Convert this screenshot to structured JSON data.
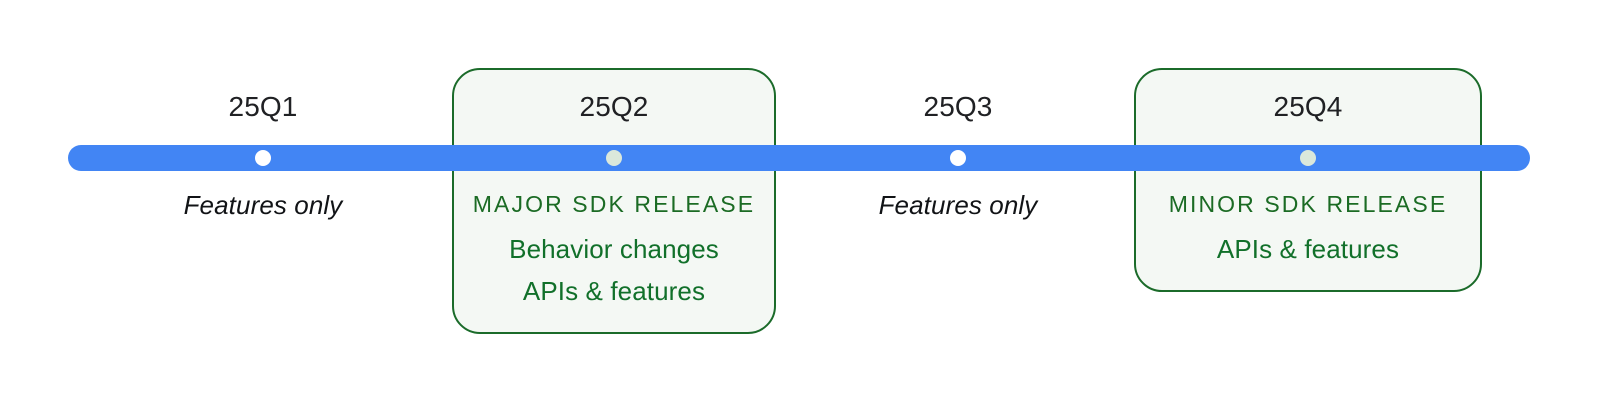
{
  "diagram": {
    "type": "release-timeline",
    "colors": {
      "timeline_bar": "#4285f4",
      "card_fill": "#f4f8f4",
      "card_border": "#1b6b2a",
      "heading_green": "#1b6b24",
      "body_green": "#11702a",
      "label_black": "#202124",
      "dot_plain": "#ffffff",
      "dot_release": "#dbe8db"
    },
    "milestones": [
      {
        "id": "q1",
        "label": "25Q1",
        "dot": "plain-dot-icon",
        "highlighted": false,
        "note": "Features only",
        "heading": "",
        "lines": []
      },
      {
        "id": "q2",
        "label": "25Q2",
        "dot": "release-dot-icon",
        "highlighted": true,
        "note": "",
        "heading": "MAJOR SDK RELEASE",
        "lines": [
          "Behavior changes",
          "APIs & features"
        ]
      },
      {
        "id": "q3",
        "label": "25Q3",
        "dot": "plain-dot-icon",
        "highlighted": false,
        "note": "Features only",
        "heading": "",
        "lines": []
      },
      {
        "id": "q4",
        "label": "25Q4",
        "dot": "release-dot-icon",
        "highlighted": true,
        "note": "",
        "heading": "MINOR SDK RELEASE",
        "lines": [
          "APIs & features"
        ]
      }
    ]
  }
}
